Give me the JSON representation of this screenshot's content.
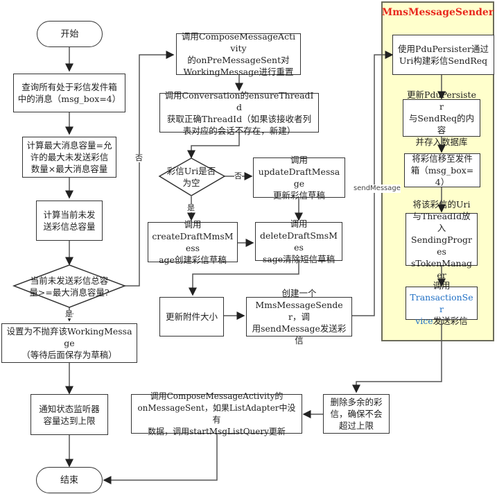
{
  "colors": {
    "container_fill": "#ffffcc",
    "container_title": "#e8281e",
    "highlight_text": "#1f6fc4",
    "line": "#333333"
  },
  "container": {
    "title": "MmsMessageSender"
  },
  "nodes": {
    "start": "开始",
    "query_outbox": "查询所有处于彩信发件箱\n中的消息（msg_box=4）",
    "calc_max": "计算最大消息容量=允\n许的最大未发送彩信\n数量×最大消息容量",
    "calc_current": "计算当前未发\n送彩信总容量",
    "check_capacity": "当前未发送彩信总容\n量>=最大消息容量?",
    "keep_working": "设置为不抛弃该WorkingMessage\n（等待后面保存为草稿）",
    "notify_listener": "通知状态监听器\n容量达到上限",
    "end": "结束",
    "on_pre_sent": "调用ComposeMessageActivity\n的onPreMessageSent对\nWorkingMessage进行重置",
    "ensure_thread": "调用Conversation的ensureThreadId\n获取正确ThreadId（如果该接收者列\n表对应的会话不存在，新建）",
    "uri_empty": "彩信Uri是否\n为空",
    "update_draft": "调用\nupdateDraftMessage\n更新彩信草稿",
    "create_draft": "调用\ncreateDraftMmsMess\nage创建彩信草稿",
    "delete_sms_draft": "调用\ndeleteDraftSmsMes\nsage清除短信草稿",
    "update_attach": "更新附件大小",
    "create_sender": "创建一个\nMmsMessageSender，调\n用sendMessage发送彩信",
    "build_sendreq": "使用PduPersister通过\nUri构建彩信SendReq",
    "update_pdu": "更新PduPersister\n与SendReq的内容\n并存入数据库",
    "move_outbox": "将彩信移至发件\n箱（msg_box=4）",
    "put_token": "将该彩信的Uri\n与ThreadId放入\nSendingProgres\nsTokenManager",
    "call_transaction_prefix": "调用",
    "call_transaction_blue": "TransactionSer\nvice",
    "call_transaction_suffix": "发送彩信",
    "delete_extra": "删除多余的彩\n信，确保不会\n超过上限",
    "on_sent": "调用ComposeMessageActivity的\nonMessageSent，如果ListAdapter中没有\n数据，调用startMsgListQuery更新"
  },
  "edge_labels": {
    "no_left": "否",
    "yes_left": "是",
    "no_uri": "否",
    "yes_uri": "是",
    "send_message": "sendMessage"
  }
}
